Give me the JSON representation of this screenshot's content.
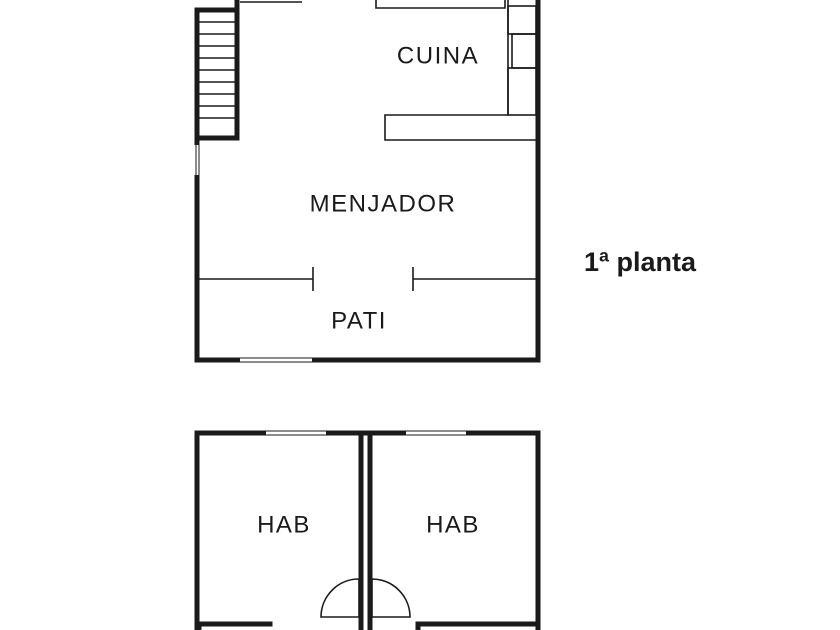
{
  "rooms": {
    "cuina": "CUINA",
    "menjador": "MENJADOR",
    "pati": "PATI",
    "hab_left": "HAB",
    "hab_right": "HAB"
  },
  "floor_label": "1ª planta",
  "colors": {
    "ink": "#1a1a1a",
    "paper": "#ffffff"
  }
}
